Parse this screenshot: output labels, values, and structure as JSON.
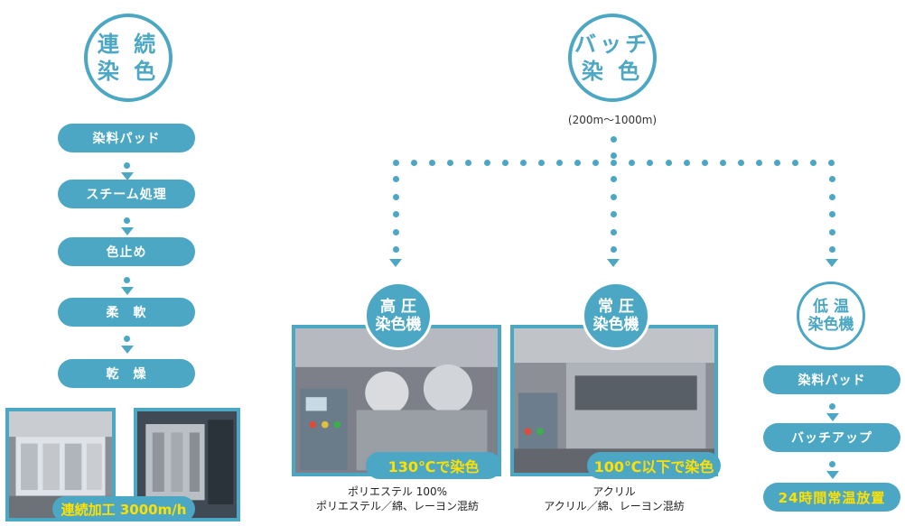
{
  "continuous": {
    "title_line1": "連 続",
    "title_line2": "染 色",
    "steps": [
      "染料パッド",
      "スチーム処理",
      "色止め",
      "柔　軟",
      "乾　燥"
    ],
    "photo_label": "連続加工 3000m/h"
  },
  "batch": {
    "title_line1": "バッチ",
    "title_line2": "染 色",
    "range": "(200m～1000m)",
    "high_pressure": {
      "title_line1": "高 圧",
      "title_line2": "染色機",
      "badge": "130℃で染色",
      "caption_line1": "ポリエステル 100%",
      "caption_line2": "ポリエステル／綿、レーヨン混紡"
    },
    "normal_pressure": {
      "title_line1": "常 圧",
      "title_line2": "染色機",
      "badge": "100℃以下で染色",
      "caption_line1": "アクリル",
      "caption_line2": "アクリル／綿、レーヨン混紡"
    },
    "low_temp": {
      "title_line1": "低 温",
      "title_line2": "染色機",
      "steps": [
        "染料パッド",
        "バッチアップ"
      ],
      "final_step": "24時間常温放置"
    }
  },
  "colors": {
    "accent": "#4ba7c4",
    "highlight_text": "#ffe000"
  }
}
